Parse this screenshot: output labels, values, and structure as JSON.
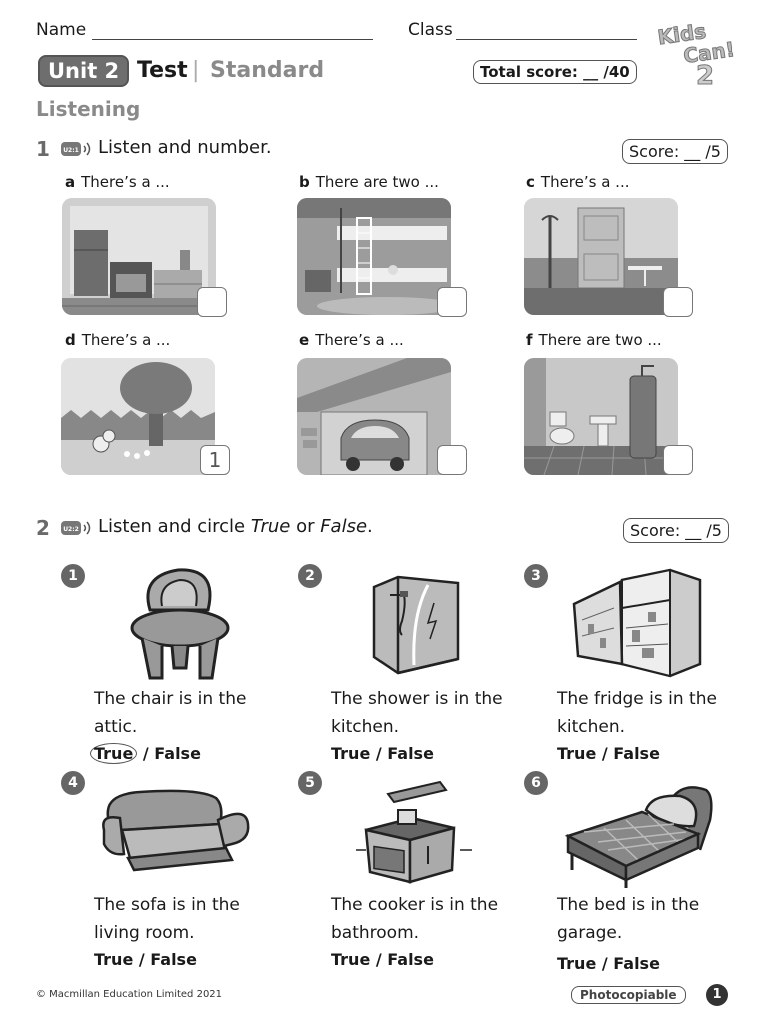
{
  "header": {
    "name_label": "Name",
    "class_label": "Class",
    "unit_label": "Unit 2",
    "test_label": "Test",
    "separator": "|",
    "level_label": "Standard",
    "total_score": "Total score: __ /40",
    "logo_text": "Kids Can! 2"
  },
  "section": {
    "title": "Listening"
  },
  "q1": {
    "number": "1",
    "audio_track": "U2:1",
    "instruction": "Listen and number.",
    "score": "Score: __ /5",
    "items": [
      {
        "letter": "a",
        "text": "There’s a ...",
        "scene": "kitchen",
        "answer": ""
      },
      {
        "letter": "b",
        "text": "There are two ...",
        "scene": "bunk-beds bedroom",
        "answer": ""
      },
      {
        "letter": "c",
        "text": "There’s a ...",
        "scene": "hall",
        "answer": ""
      },
      {
        "letter": "d",
        "text": "There’s a ...",
        "scene": "garden",
        "answer": "1"
      },
      {
        "letter": "e",
        "text": "There’s a ...",
        "scene": "garage",
        "answer": ""
      },
      {
        "letter": "f",
        "text": "There are two ...",
        "scene": "bathroom",
        "answer": ""
      }
    ]
  },
  "q2": {
    "number": "2",
    "audio_track": "U2:2",
    "instruction_pre": "Listen and circle ",
    "instruction_true": "True",
    "instruction_mid": " or ",
    "instruction_false": "False",
    "instruction_end": ".",
    "score": "Score: __ /5",
    "items": [
      {
        "num": "1",
        "icon": "chair-icon",
        "line1": "The chair is in the",
        "line2": "attic.",
        "true_label": "True",
        "sep": " / ",
        "false_label": "False",
        "circled": "true"
      },
      {
        "num": "2",
        "icon": "shower-icon",
        "line1": "The shower is in the",
        "line2": "kitchen.",
        "true_label": "True",
        "sep": " / ",
        "false_label": "False",
        "circled": ""
      },
      {
        "num": "3",
        "icon": "fridge-icon",
        "line1": "The fridge is in the",
        "line2": "kitchen.",
        "true_label": "True",
        "sep": " / ",
        "false_label": "False",
        "circled": ""
      },
      {
        "num": "4",
        "icon": "sofa-icon",
        "line1": "The sofa is in the",
        "line2": "living room.",
        "true_label": "True",
        "sep": " / ",
        "false_label": "False",
        "circled": ""
      },
      {
        "num": "5",
        "icon": "cooker-icon",
        "line1": "The cooker is in the",
        "line2": "bathroom.",
        "true_label": "True",
        "sep": " / ",
        "false_label": "False",
        "circled": ""
      },
      {
        "num": "6",
        "icon": "bed-icon",
        "line1": "The bed is in the",
        "line2": "garage.",
        "true_label": "True",
        "sep": " / ",
        "false_label": "False",
        "circled": ""
      }
    ]
  },
  "footer": {
    "copyright": "© Macmillan Education Limited 2021",
    "photocopiable": "Photocopiable",
    "page": "1"
  }
}
